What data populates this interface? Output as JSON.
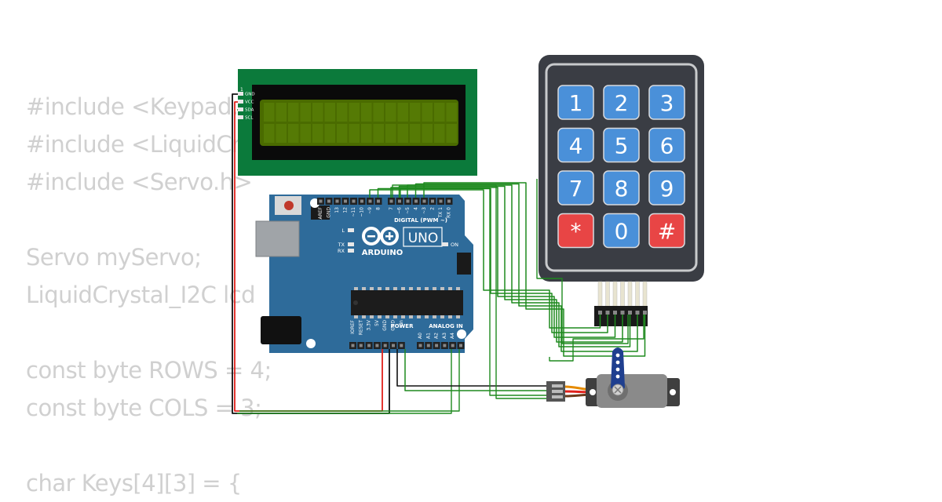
{
  "code_lines": [
    "#include <Keypad.h>",
    "#include <LiquidCrystal_I2C.h>",
    "#include <Servo.h>",
    "",
    "Servo myServo;",
    "LiquidCrystal_I2C lcd",
    "",
    "const byte ROWS = 4;",
    "const byte COLS = 3;",
    "",
    "char Keys[4][3] = {"
  ],
  "lcd": {
    "pin_labels": [
      "GND",
      "VCC",
      "SDA",
      "SCL"
    ],
    "pin_index": "1"
  },
  "arduino": {
    "brand": "ARDUINO",
    "model": "UNO",
    "digital_label": "DIGITAL (PWM ~)",
    "power_label": "POWER",
    "analog_label": "ANALOG IN",
    "top_pins": [
      "AREF",
      "GND",
      "13",
      "12",
      "~11",
      "~10",
      "~9",
      "8",
      "7",
      "~6",
      "~5",
      "4",
      "~3",
      "2",
      "TX 1",
      "RX 0"
    ],
    "power_pins": [
      "IOREF",
      "RESET",
      "3.3V",
      "5V",
      "GND",
      "GND",
      "Vin"
    ],
    "analog_pins": [
      "A0",
      "A1",
      "A2",
      "A3",
      "A4",
      "A5"
    ],
    "led_labels": [
      "L",
      "TX",
      "RX",
      "ON"
    ]
  },
  "keypad": {
    "keys": [
      "1",
      "2",
      "3",
      "4",
      "5",
      "6",
      "7",
      "8",
      "9",
      "*",
      "0",
      "#"
    ],
    "colors": {
      "digit": "#4a90d9",
      "special": "#e84545",
      "body": "#3a3d44"
    }
  },
  "colors": {
    "wire_green": "#1e8a1e",
    "wire_red": "#e0201a",
    "wire_black": "#111111",
    "board": "#2e6b9a",
    "lcd_pcb": "#0b7a3b",
    "lcd_screen": "#4a6b00"
  }
}
